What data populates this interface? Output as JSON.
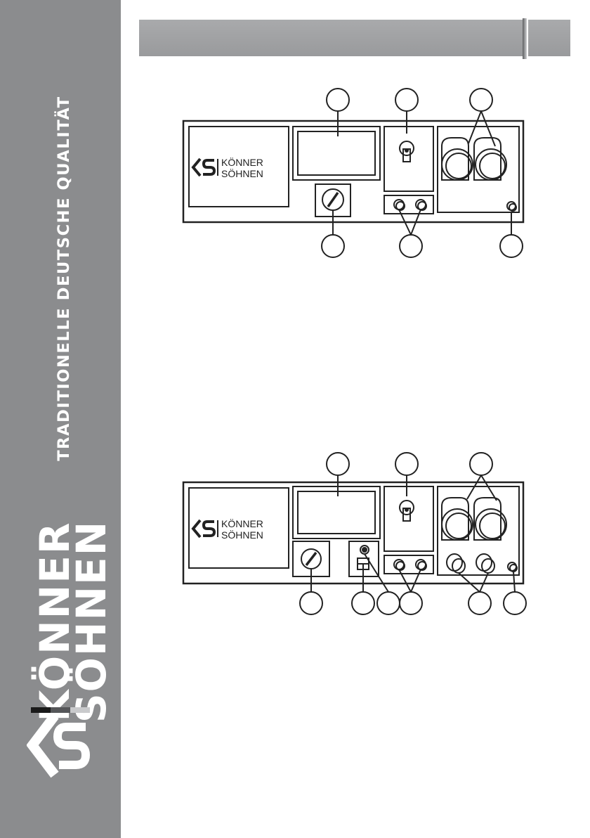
{
  "sidebar": {
    "tagline": "TRADITIONELLE DEUTSCHE QUALITÄT",
    "brand_line_1": "KÖNNER",
    "brand_line_2": "SÖHNEN",
    "strip_colors": [
      "#1a1a1a",
      "#555659",
      "#c9cacc"
    ],
    "logo_icon": "ks-logo-icon"
  },
  "header": {
    "title": "",
    "page_box": ""
  },
  "panels": [
    {
      "logo_line_1": "KÖNNER",
      "logo_line_2": "SÖHNEN",
      "callouts_top": [
        "",
        "",
        ""
      ],
      "callouts_bottom": [
        "",
        "",
        ""
      ]
    },
    {
      "logo_line_1": "KÖNNER",
      "logo_line_2": "SÖHNEN",
      "callouts_top": [
        "",
        "",
        ""
      ],
      "callouts_bottom": [
        "",
        "",
        "",
        "",
        "",
        ""
      ]
    }
  ],
  "colors": {
    "sidebar": "#8b8c8e",
    "header": "#a2a3a5",
    "line": "#222222"
  }
}
